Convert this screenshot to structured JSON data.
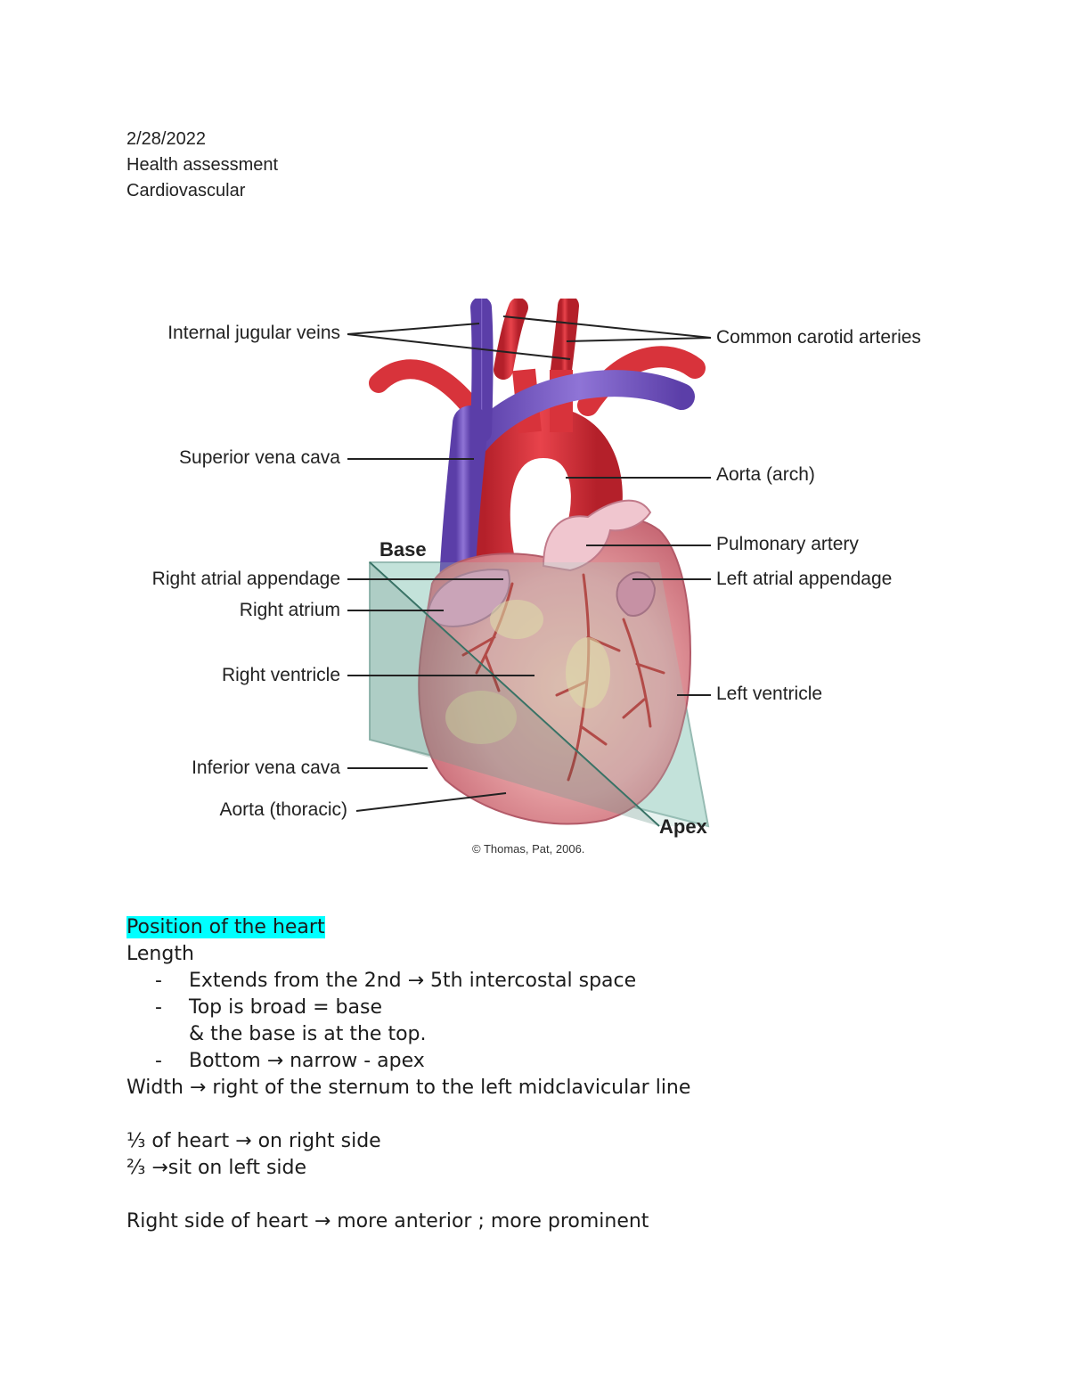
{
  "header": {
    "date": "2/28/2022",
    "course": "Health assessment",
    "topic": "Cardiovascular"
  },
  "figure": {
    "labels_left": {
      "internal_jugular": "Internal jugular veins",
      "superior_vena_cava": "Superior vena cava",
      "right_atrial_appendage": "Right atrial appendage",
      "right_atrium": "Right atrium",
      "right_ventricle": "Right ventricle",
      "inferior_vena_cava": "Inferior vena cava",
      "aorta_thoracic": "Aorta (thoracic)"
    },
    "labels_right": {
      "common_carotid": "Common carotid arteries",
      "aorta_arch": "Aorta (arch)",
      "pulmonary_artery": "Pulmonary artery",
      "left_atrial_appendage": "Left atrial appendage",
      "left_ventricle": "Left ventricle"
    },
    "base_label": "Base",
    "apex_label": "Apex",
    "credit": "© Thomas, Pat, 2006.",
    "colors": {
      "vein": "#7b5cc4",
      "artery": "#d9323a",
      "heart": "#e7a3a8",
      "plane": "#8fc7b8"
    }
  },
  "notes": {
    "heading": "Position of the heart",
    "length_label": "Length",
    "bullet_dash": "-",
    "bullets": {
      "b1": "Extends from the 2nd → 5th intercostal space",
      "b2": "Top is broad = base",
      "b2_cont": "& the base is at the top.",
      "b3": "Bottom → narrow - apex"
    },
    "width": "Width → right of the sternum to the left midclavicular line",
    "third": "⅓ of heart → on right side",
    "two_thirds": "⅔ →sit on left side",
    "right_side": "Right side of heart → more anterior ; more prominent"
  }
}
